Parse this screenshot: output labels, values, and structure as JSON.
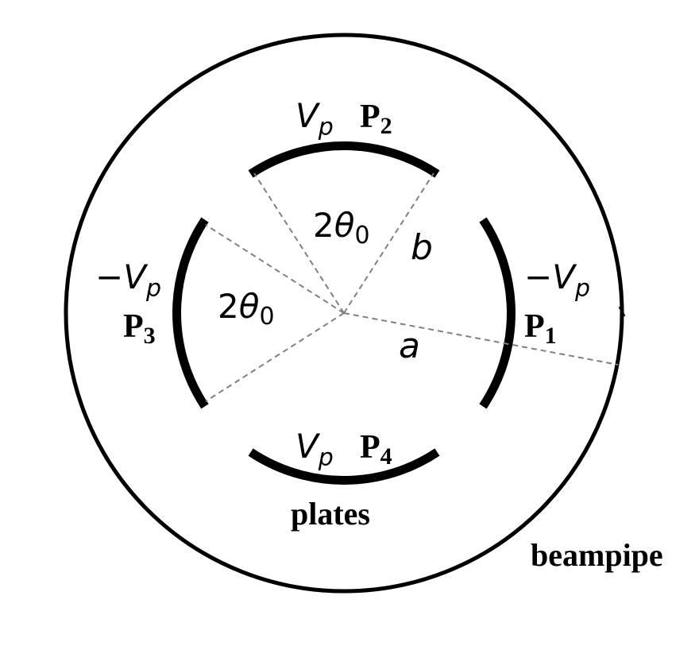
{
  "labels": {
    "beampipe": "beampipe",
    "plates": "plates",
    "p1": {
      "name": "P",
      "sub": "1",
      "potential_sign": "−",
      "potential": "V",
      "potential_sub": "p"
    },
    "p2": {
      "name": "P",
      "sub": "2",
      "potential_sign": "",
      "potential": "V",
      "potential_sub": "p"
    },
    "p3": {
      "name": "P",
      "sub": "3",
      "potential_sign": "−",
      "potential": "V",
      "potential_sub": "p"
    },
    "p4": {
      "name": "P",
      "sub": "4",
      "potential_sign": "",
      "potential": "V",
      "potential_sub": "p"
    },
    "angle_top": {
      "coef": "2",
      "symbol": "θ",
      "sub": "0"
    },
    "angle_left": {
      "coef": "2",
      "symbol": "θ",
      "sub": "0"
    },
    "radius_a": "a",
    "radius_b": "b"
  },
  "colors": {
    "line": "#000000",
    "guide": "#808080",
    "background": "#ffffff"
  }
}
